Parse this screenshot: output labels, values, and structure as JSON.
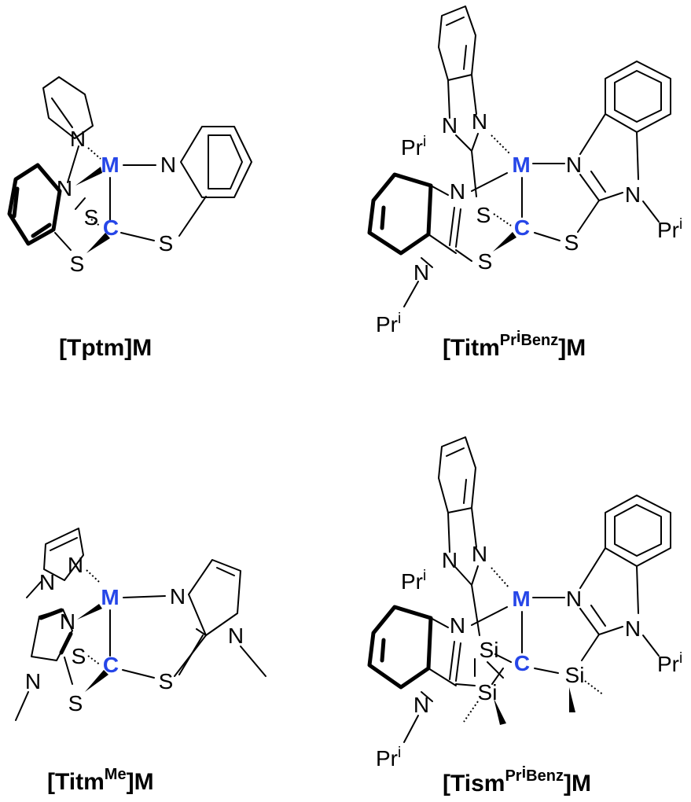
{
  "atoms": {
    "metal": "M",
    "central_carbon": "C",
    "nitrogen": "N",
    "sulfur": "S",
    "silicon": "Si",
    "isopropyl": "Pr",
    "isopropyl_sup": "i"
  },
  "captions": {
    "tptm": {
      "main": "[Tptm]M"
    },
    "titm_pr": {
      "prefix": "[Titm",
      "sup": "Pr",
      "sup_i": "i",
      "sup_rest": "Benz",
      "suffix": "]M"
    },
    "titm_me": {
      "prefix": "[Titm",
      "sup": "Me",
      "suffix": "]M"
    },
    "tism": {
      "prefix": "[Tism",
      "sup": "Pr",
      "sup_i": "i",
      "sup_rest": "Benz",
      "suffix": "]M"
    }
  },
  "colors": {
    "metal_and_carbon": "#2646e8",
    "bonds": "#000000"
  }
}
